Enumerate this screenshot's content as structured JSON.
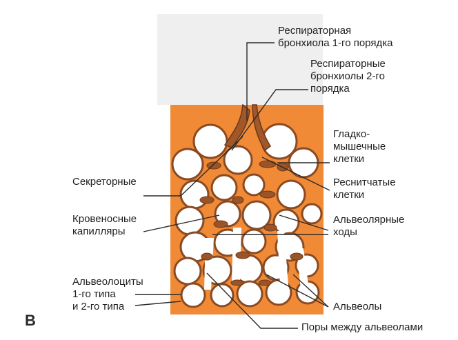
{
  "panel_letter": "В",
  "labels": {
    "resp_bronchiole_1": [
      "Респираторная",
      "бронхиола 1-го порядка"
    ],
    "resp_bronchioles_2": [
      "Респираторные",
      "бронхиолы 2-го",
      "порядка"
    ],
    "smooth_muscle": [
      "Гладко-",
      "мышечные",
      "клетки"
    ],
    "secretory": [
      "Секреторные"
    ],
    "ciliated": [
      "Реснитчатые",
      "клетки"
    ],
    "blood_capillaries": [
      "Кровеносные",
      "капилляры"
    ],
    "alveolar_ducts": [
      "Альвеолярные",
      "ходы"
    ],
    "alveolocytes": [
      "Альвеолоциты",
      "1-го типа",
      "и 2-го типа"
    ],
    "alveoli": [
      "Альвеолы"
    ],
    "pores": [
      "Поры между альвеолами"
    ]
  },
  "colors": {
    "tissue_background": "#f08a36",
    "wall": "#8a4a22",
    "lumen": "#ffffff",
    "top_gray": "#ececec"
  }
}
